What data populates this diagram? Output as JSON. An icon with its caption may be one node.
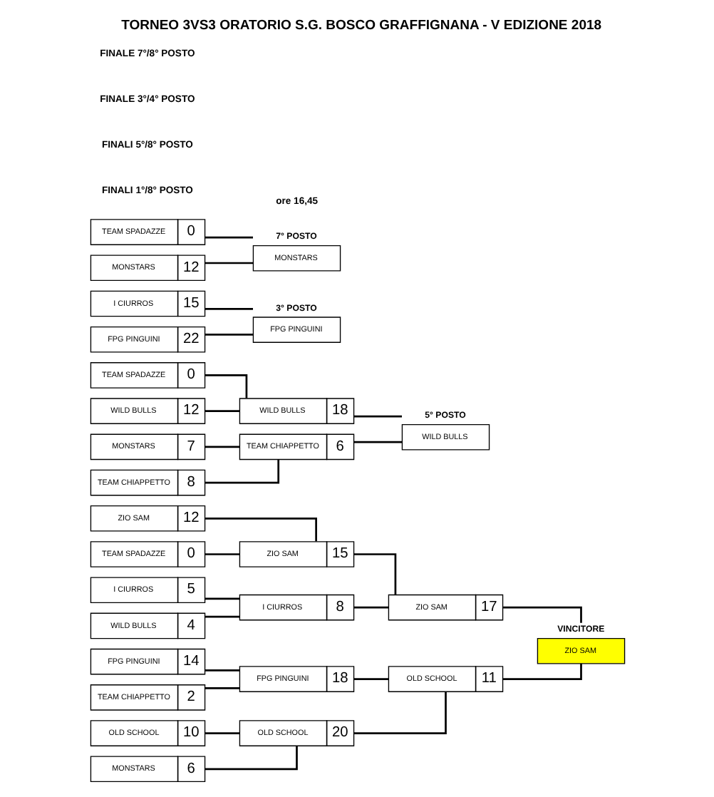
{
  "diagram": {
    "title": "TORNEO 3VS3 ORATORIO S.G. BOSCO GRAFFIGNANA - V EDIZIONE 2018",
    "nodes": [
      {
        "text": [
          "ZIO SAM",
          "12"
        ]
      },
      {
        "text": [
          "TEAM SPADAZZE",
          "0"
        ]
      },
      {
        "text": [
          "I CIURROS",
          "5"
        ]
      },
      {
        "text": [
          "WILD BULLS",
          "4"
        ]
      },
      {
        "text": [
          "OLD SCHOOL",
          "10"
        ]
      },
      {
        "text": [
          "MONSTARS",
          "6"
        ]
      },
      {
        "text": [
          "FPG PINGUINI",
          "14"
        ]
      },
      {
        "text": [
          "TEAM CHIAPPETTO",
          "2"
        ]
      },
      {
        "text": [
          "ZIO SAM",
          "15"
        ]
      },
      {
        "text": [
          "I CIURROS",
          "8"
        ]
      },
      {
        "text": [
          "OLD SCHOOL",
          "20"
        ]
      },
      {
        "text": [
          "FPG PINGUINI",
          "18"
        ]
      },
      {
        "text": [
          "ZIO SAM",
          "17"
        ]
      },
      {
        "text": [
          "OLD SCHOOL",
          "11"
        ]
      },
      {
        "text": [
          "VINCITORE",
          "ZIO SAM"
        ]
      },
      {
        "text": [
          "TEAM SPADAZZE",
          "0"
        ]
      },
      {
        "text": [
          "WILD BULLS",
          "12"
        ]
      },
      {
        "text": [
          "MONSTARS",
          "7"
        ]
      },
      {
        "text": [
          "TEAM CHIAPPETTO",
          "8"
        ]
      },
      {
        "text": [
          "WILD BULLS",
          "18"
        ]
      },
      {
        "text": [
          "TEAM CHIAPPETTO",
          "6"
        ]
      },
      {
        "text": [
          "5° POSTO",
          "WILD BULLS"
        ]
      },
      {
        "text": [
          "I CIURROS",
          "15"
        ]
      },
      {
        "text": [
          "FPG PINGUINI",
          "22"
        ]
      },
      {
        "text": [
          "3° POSTO",
          "FPG PINGUINI"
        ]
      },
      {
        "text": [
          "TEAM SPADAZZE",
          "0"
        ]
      },
      {
        "text": [
          "MONSTARS",
          "12"
        ]
      },
      {
        "text": [
          "7° POSTO",
          "MONSTARS"
        ]
      }
    ],
    "edges": [
      {
        "from": 0,
        "to": 8,
        "arrow": "none"
      },
      {
        "from": 1,
        "to": 8,
        "arrow": "none"
      },
      {
        "from": 2,
        "to": 9,
        "arrow": "none"
      },
      {
        "from": 3,
        "to": 9,
        "arrow": "none"
      },
      {
        "from": 4,
        "to": 10,
        "arrow": "none"
      },
      {
        "from": 5,
        "to": 10,
        "arrow": "none"
      },
      {
        "from": 6,
        "to": 11,
        "arrow": "none"
      },
      {
        "from": 7,
        "to": 11,
        "arrow": "none"
      },
      {
        "from": 8,
        "to": 12,
        "arrow": "none"
      },
      {
        "from": 9,
        "to": 12,
        "arrow": "none"
      },
      {
        "from": 10,
        "to": 13,
        "arrow": "none"
      },
      {
        "from": 11,
        "to": 13,
        "arrow": "none"
      },
      {
        "from": 12,
        "to": 14,
        "arrow": "none"
      },
      {
        "from": 13,
        "to": 14,
        "arrow": "none"
      },
      {
        "from": 15,
        "to": 19,
        "arrow": "none"
      },
      {
        "from": 16,
        "to": 19,
        "arrow": "none"
      },
      {
        "from": 17,
        "to": 20,
        "arrow": "none"
      },
      {
        "from": 18,
        "to": 20,
        "arrow": "none"
      },
      {
        "from": 19,
        "to": 21,
        "arrow": "none"
      },
      {
        "from": 20,
        "to": 21,
        "arrow": "none"
      },
      {
        "from": 22,
        "to": 24,
        "arrow": "none"
      },
      {
        "from": 23,
        "to": 24,
        "arrow": "none"
      },
      {
        "from": 25,
        "to": 27,
        "arrow": "none"
      },
      {
        "from": 26,
        "to": 27,
        "arrow": "none"
      }
    ],
    "labels": [
      "FINALI 1°/8° POSTO",
      "ore 16,45",
      "FINALI 5°/8° POSTO",
      "FINALE 3°/4° POSTO",
      "FINALE 7°/8° POSTO"
    ]
  }
}
